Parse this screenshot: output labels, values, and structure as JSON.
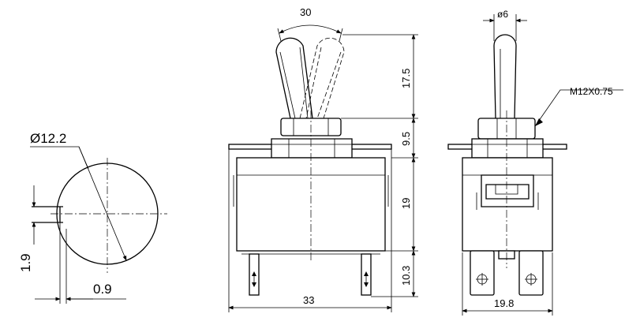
{
  "dimensions": {
    "side_shaft_diameter": "Ø12.2",
    "side_pin_offset": "1.9",
    "side_thickness": "0.9",
    "front_lever_angle": "30",
    "front_lever_height": "17.5",
    "front_bushing_height": "9.5",
    "front_body_height": "19",
    "front_terminal_length": "10.3",
    "front_width": "33",
    "right_lever_diameter": "ø6",
    "right_thread_spec": "M12X0.75",
    "right_width": "19.8"
  }
}
